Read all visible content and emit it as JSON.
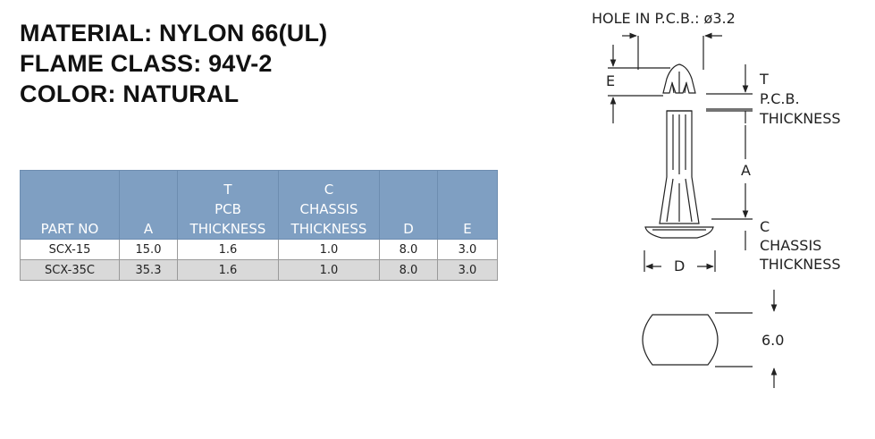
{
  "specs": {
    "material": "MATERIAL: NYLON 66(UL)",
    "flame": "FLAME CLASS: 94V-2",
    "color": "COLOR: NATURAL"
  },
  "table": {
    "headers": [
      {
        "top": "",
        "mid": "PART NO",
        "bottom": ""
      },
      {
        "top": "",
        "mid": "A",
        "bottom": ""
      },
      {
        "top": "T",
        "mid": "PCB",
        "bottom": "THICKNESS"
      },
      {
        "top": "C",
        "mid": "CHASSIS",
        "bottom": "THICKNESS"
      },
      {
        "top": "",
        "mid": "D",
        "bottom": ""
      },
      {
        "top": "",
        "mid": "E",
        "bottom": ""
      }
    ],
    "rows": [
      [
        "SCX-15",
        "15.0",
        "1.6",
        "1.0",
        "8.0",
        "3.0"
      ],
      [
        "SCX-35C",
        "35.3",
        "1.6",
        "1.0",
        "8.0",
        "3.0"
      ]
    ]
  },
  "diagram": {
    "hole_label": "HOLE IN P.C.B.: ø3.2",
    "e_label": "E",
    "t_label": "T",
    "pcb_label": "P.C.B.",
    "pcb_thickness_label": "THICKNESS",
    "a_label": "A",
    "c_label": "C",
    "chassis_label": "CHASSIS",
    "chassis_thickness_label": "THICKNESS",
    "d_label": "D",
    "dim_6": "6.0"
  }
}
